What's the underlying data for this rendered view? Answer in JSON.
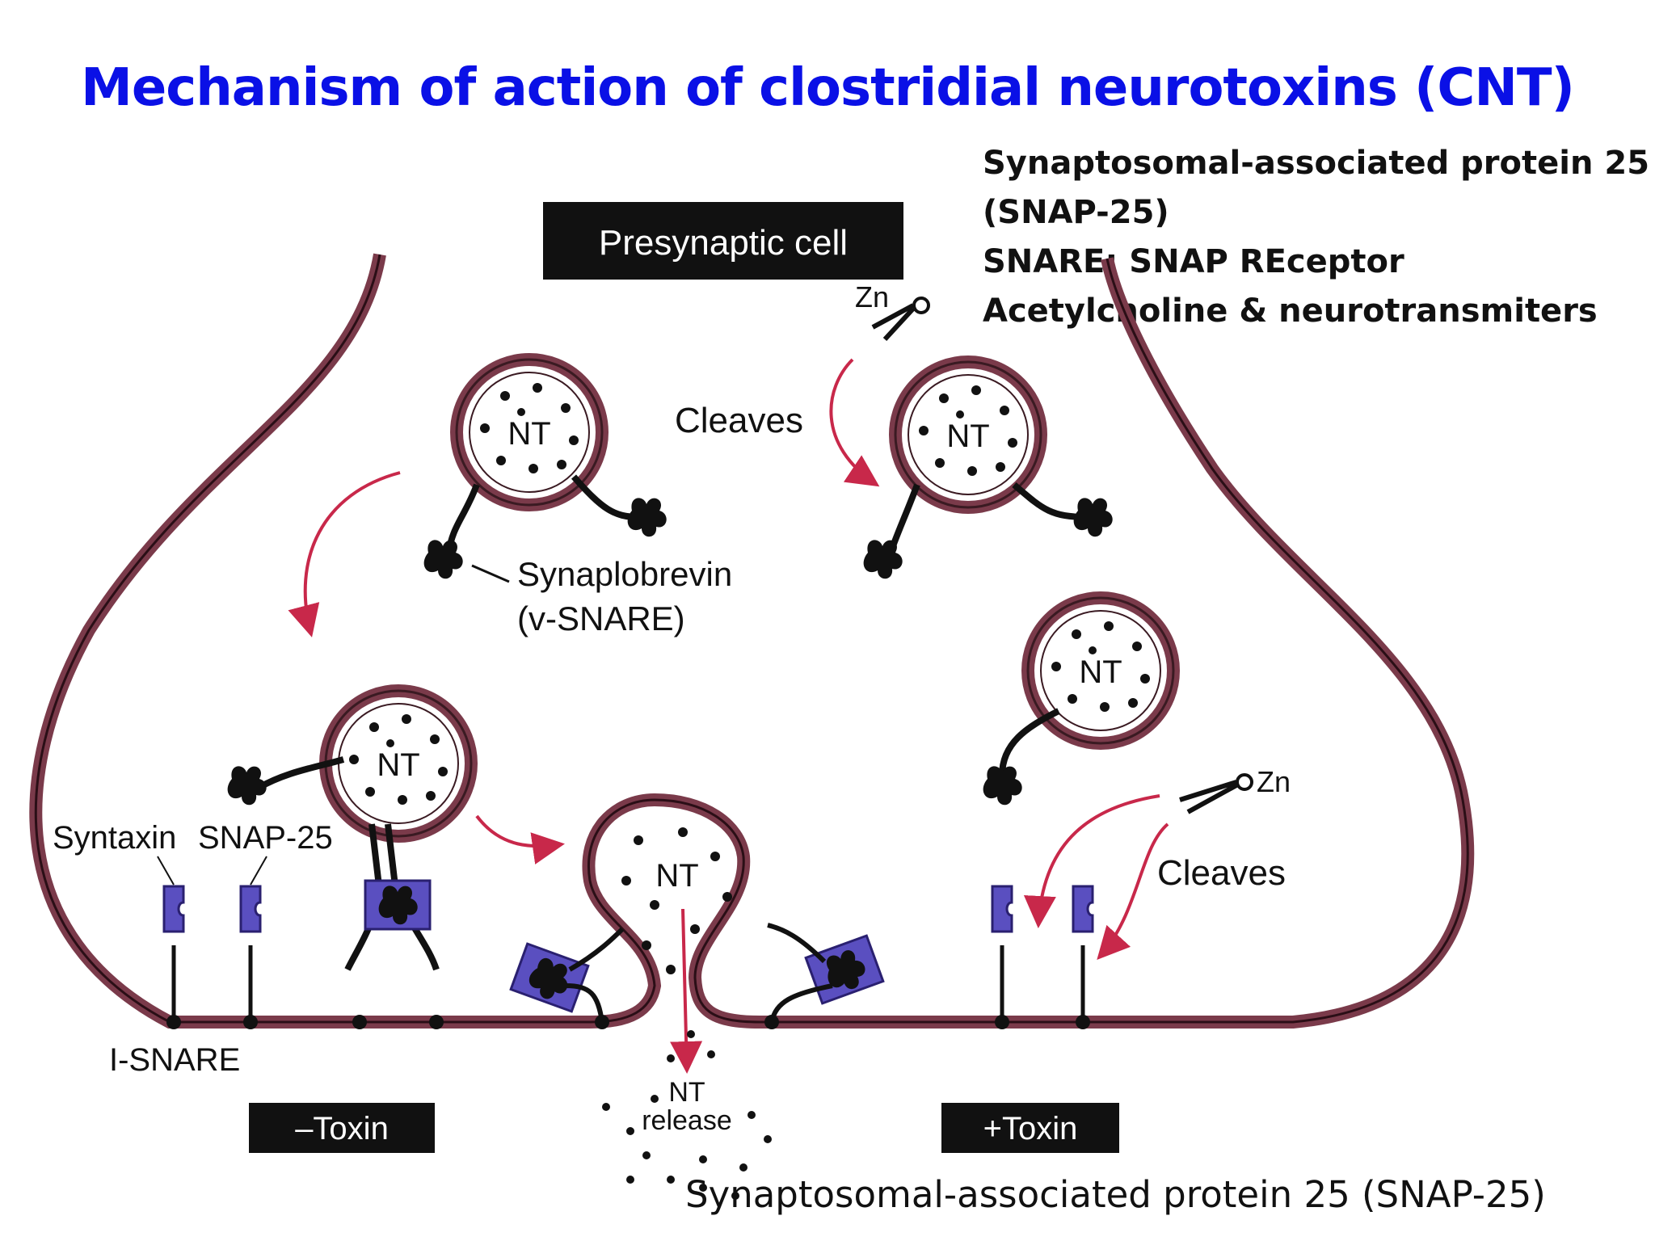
{
  "title": "Mechanism of action of clostridial neurotoxins (CNT)",
  "notes": [
    "Synaptosomal-associated protein 25",
    "(SNAP-25)",
    "SNARE: SNAP REceptor",
    "Acetylcholine & neurotransmiters"
  ],
  "footer": "Synaptosomal-associated protein 25 (SNAP-25)",
  "diagram": {
    "presynaptic_label": "Presynaptic cell",
    "vesicle_label": "NT",
    "zn_label": "Zn",
    "cleaves_label": "Cleaves",
    "synaptobrevin_label_1": "Synaplobrevin",
    "synaptobrevin_label_2": "(v-SNARE)",
    "syntaxin_label": "Syntaxin",
    "snap25_label": "SNAP-25",
    "tsnare_label": "I-SNARE",
    "nt_release_1": "NT",
    "nt_release_2": "release",
    "minus_toxin": "–Toxin",
    "plus_toxin": "+Toxin"
  },
  "colors": {
    "title": "#0a10e6",
    "membrane": "#7a3a4a",
    "snare_box": "#5a4fc0",
    "arrow": "#c8284a",
    "label_box": "#111111"
  }
}
